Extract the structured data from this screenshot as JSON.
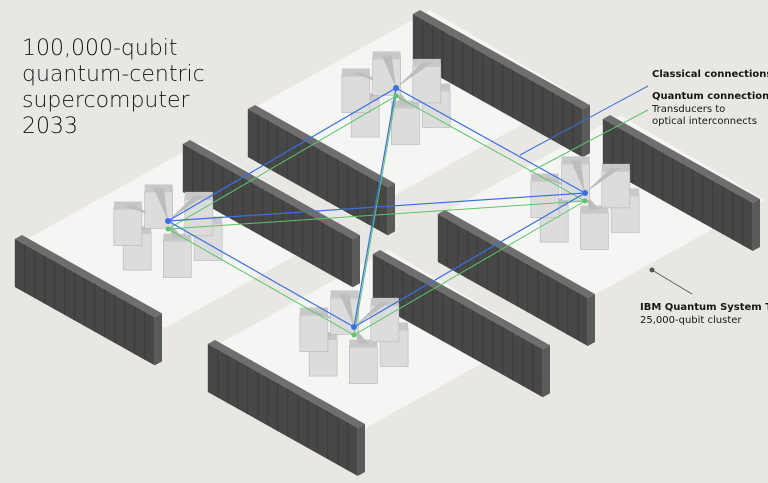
{
  "title": {
    "line1": "100,000-qubit",
    "line2": "quantum-centric",
    "line3": "supercomputer",
    "year": "2033"
  },
  "legend": {
    "classical": {
      "label": "Classical connections",
      "color": "#3b6fe0"
    },
    "quantum": {
      "label": "Quantum connections",
      "description_line1": "Transducers to",
      "description_line2": "optical interconnects",
      "color": "#5cc46b"
    }
  },
  "cluster_label": {
    "name": "IBM Quantum System Two",
    "description": "25,000-qubit cluster"
  },
  "clusters": [
    "top",
    "left",
    "right",
    "bottom"
  ]
}
